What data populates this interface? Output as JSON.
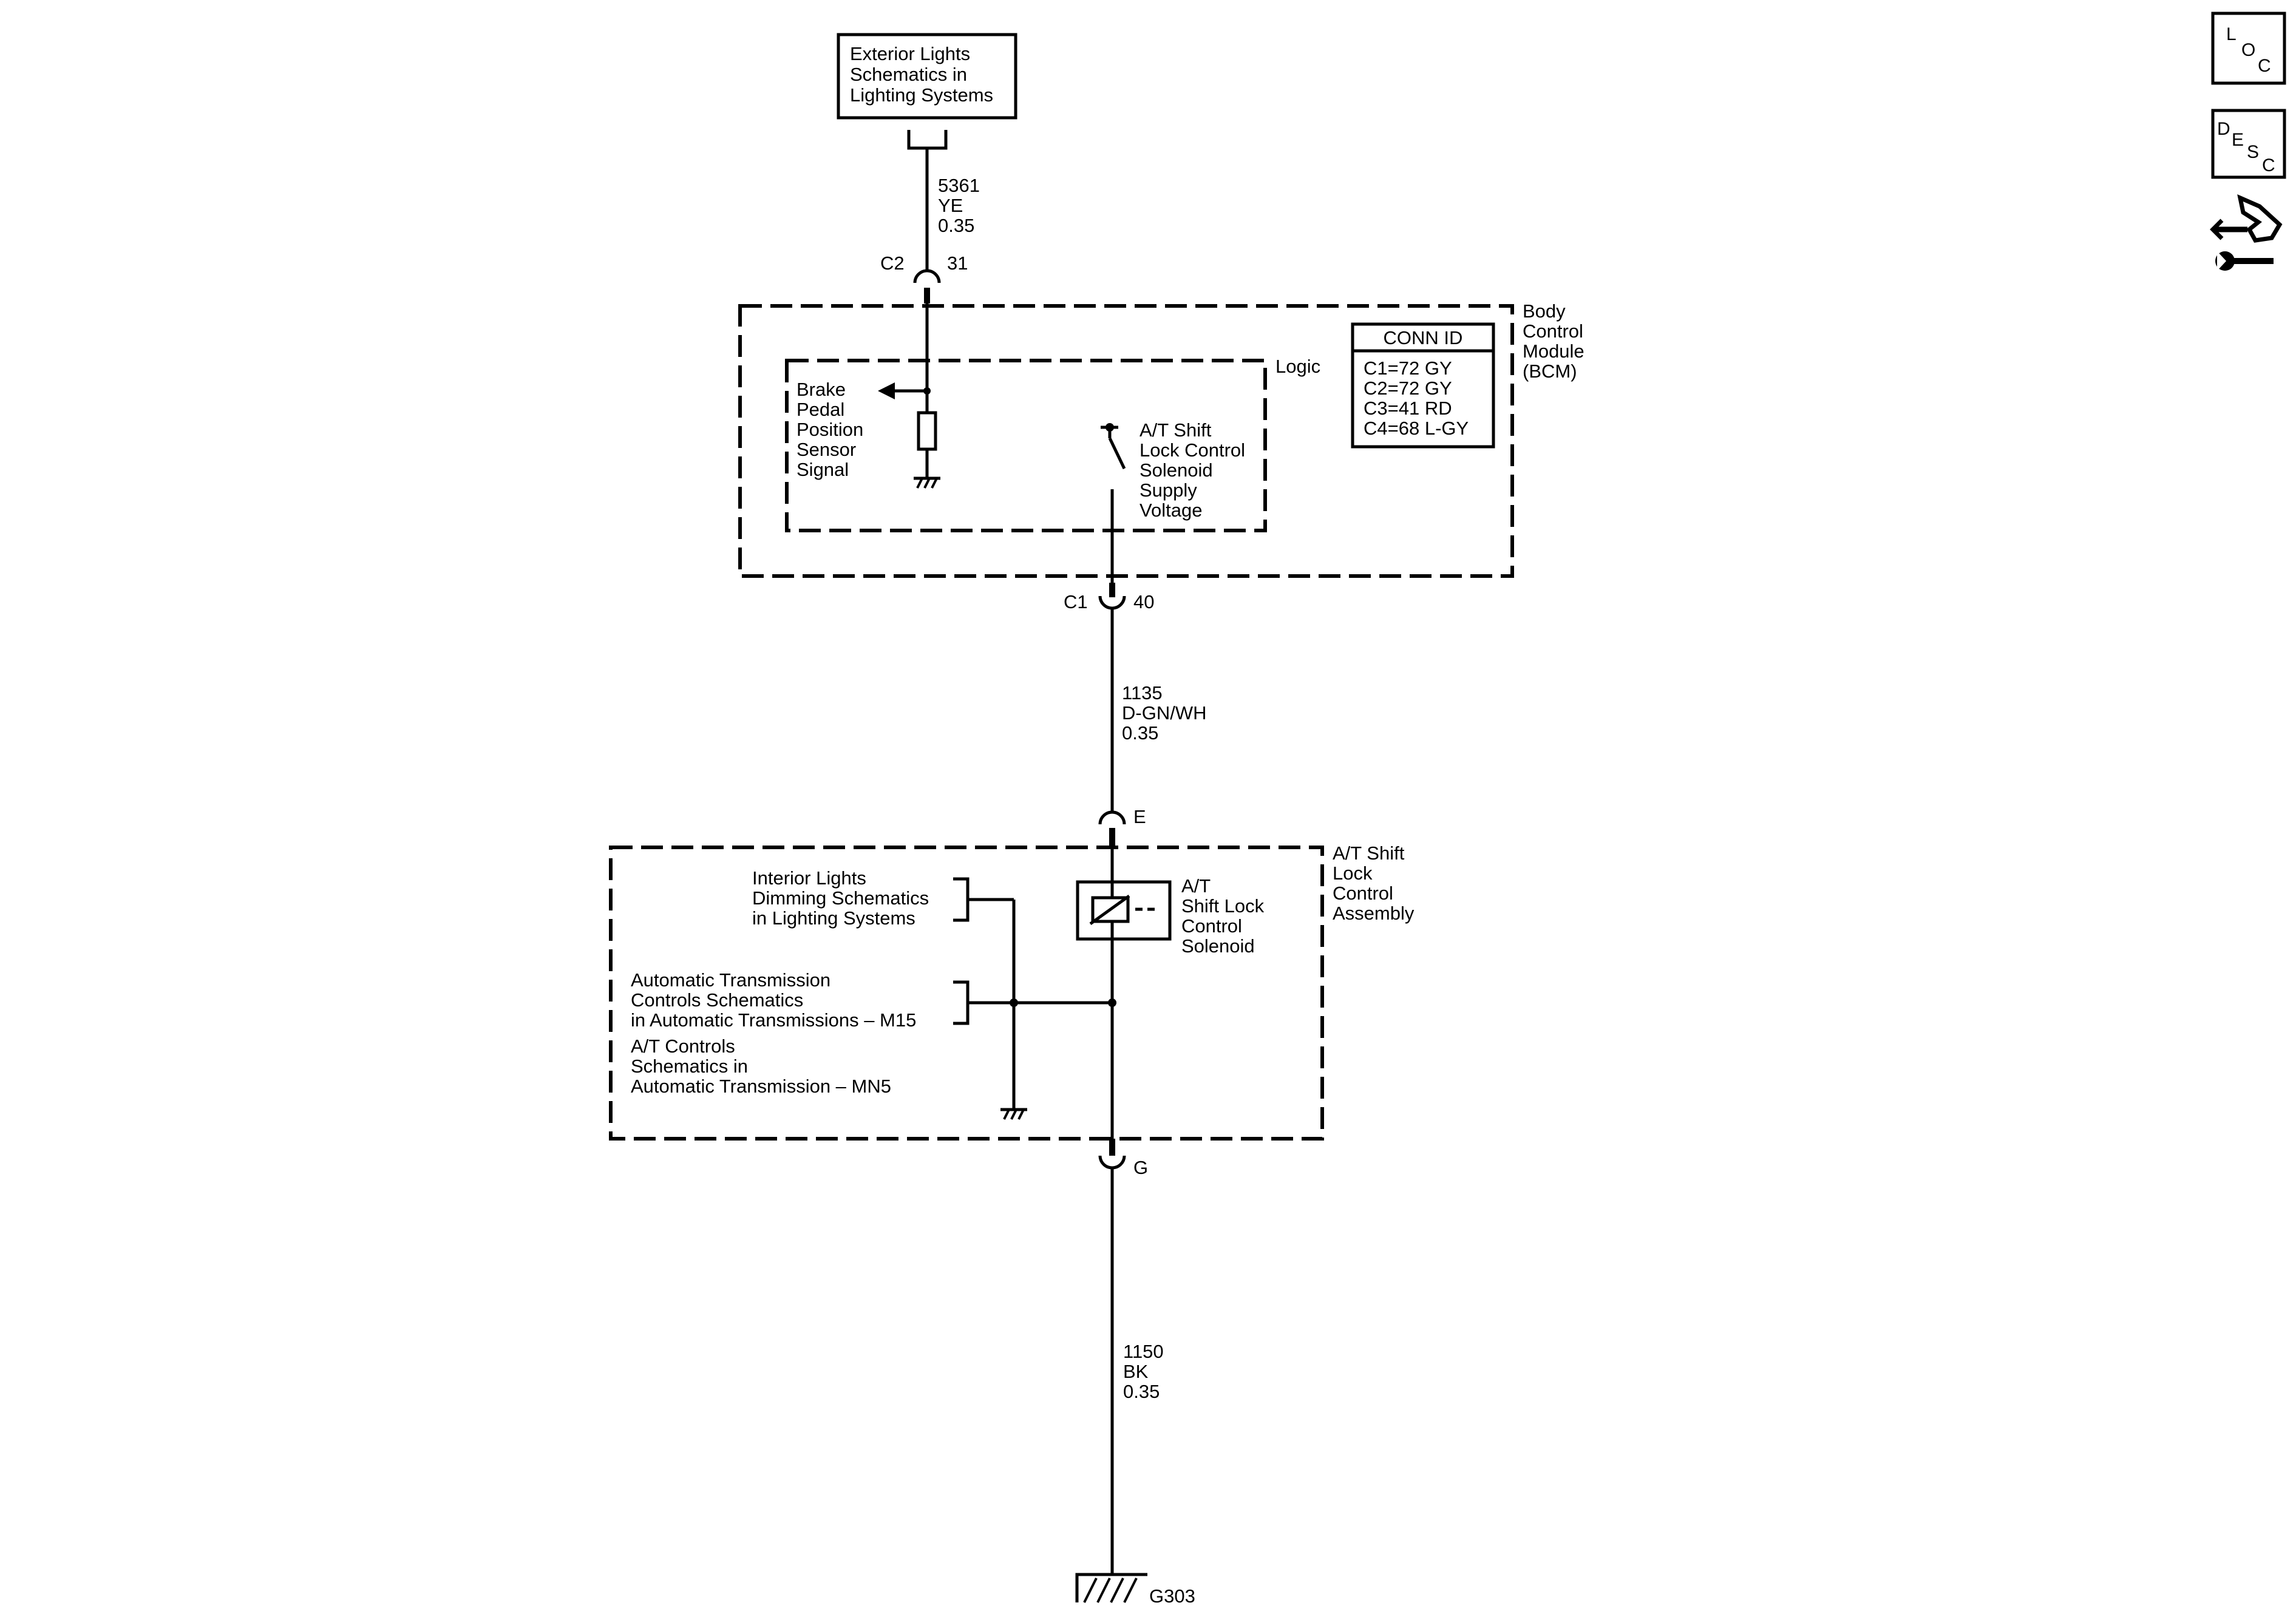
{
  "exterior_lights_ref": [
    "Exterior Lights",
    "Schematics in",
    "Lighting Systems"
  ],
  "wire_5361": {
    "circuit": "5361",
    "color": "YE",
    "gauge": "0.35"
  },
  "connector_c2": {
    "name": "C2",
    "pin": "31"
  },
  "bcm": {
    "label": [
      "Body",
      "Control",
      "Module",
      "(BCM)"
    ],
    "logic_label": "Logic",
    "brake_sensor_label": [
      "Brake",
      "Pedal",
      "Position",
      "Sensor",
      "Signal"
    ],
    "shift_lock_supply_label": [
      "A/T Shift",
      "Lock Control",
      "Solenoid",
      "Supply",
      "Voltage"
    ]
  },
  "conn_id": {
    "title": "CONN ID",
    "rows": [
      "C1=72 GY",
      "C2=72 GY",
      "C3=41 RD",
      "C4=68 L-GY"
    ]
  },
  "connector_c1": {
    "name": "C1",
    "pin": "40"
  },
  "wire_1135": {
    "circuit": "1135",
    "color": "D-GN/WH",
    "gauge": "0.35"
  },
  "pin_e": "E",
  "shift_lock_assembly": {
    "label": [
      "A/T Shift",
      "Lock",
      "Control",
      "Assembly"
    ],
    "solenoid_label": [
      "A/T",
      "Shift Lock",
      "Control",
      "Solenoid"
    ],
    "interior_lights_ref": [
      "Interior Lights",
      "Dimming Schematics",
      "in Lighting Systems"
    ],
    "auto_trans_ref": [
      "Automatic Transmission",
      "Controls Schematics",
      "in Automatic Transmissions – M15"
    ],
    "at_controls_ref": [
      "A/T Controls",
      "Schematics in",
      "Automatic Transmission – MN5"
    ]
  },
  "pin_g": "G",
  "wire_1150": {
    "circuit": "1150",
    "color": "BK",
    "gauge": "0.35"
  },
  "ground_g303": "G303",
  "nav": {
    "loc": [
      "L",
      "O",
      "C"
    ],
    "desc": [
      "D",
      "E",
      "S",
      "C"
    ]
  }
}
